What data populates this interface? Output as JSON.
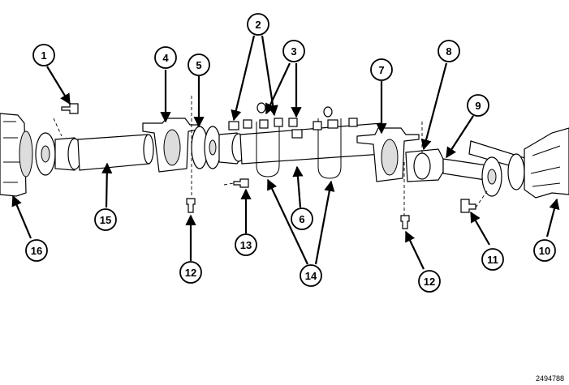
{
  "figure_id": "2494788",
  "callouts": [
    "1",
    "2",
    "3",
    "4",
    "5",
    "6",
    "7",
    "8",
    "9",
    "10",
    "11",
    "12",
    "13",
    "14",
    "15",
    "16"
  ]
}
